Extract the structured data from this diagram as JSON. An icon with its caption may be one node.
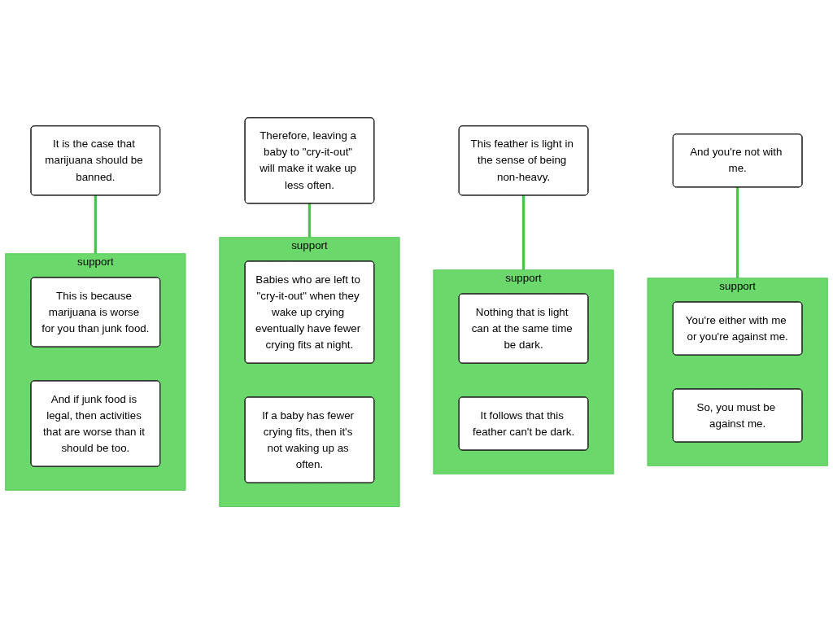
{
  "diagram": {
    "nodes": [
      {
        "text": [
          "And you're not with me."
        ]
      },
      {
        "text": [
          "support"
        ]
      },
      {
        "text": [
          "You're either with me or you're against me."
        ],
        "in": 1
      },
      {
        "text": [
          "So, you must be against me."
        ],
        "in": 1
      },
      {
        "text": [
          "This feather is light in the sense of being non-heavy."
        ]
      },
      {
        "text": [
          "support"
        ]
      },
      {
        "text": [
          "Nothing that is light can at the same time be dark."
        ],
        "in": 5
      },
      {
        "text": [
          "It follows that this feather can't be dark."
        ],
        "in": 5
      },
      {
        "text": [
          "Therefore, leaving a baby to \"cry-it-out\" will make it wake up less often."
        ]
      },
      {
        "text": [
          "support"
        ]
      },
      {
        "text": [
          "Babies who are left to \"cry-it-out\" when they wake up crying eventually have fewer crying fits at night."
        ],
        "in": 9
      },
      {
        "text": [
          "If a baby has fewer crying fits, then it's not waking up as often."
        ],
        "in": 9
      },
      {
        "text": [
          "It is the case that marijuana should be banned."
        ]
      },
      {
        "text": [
          "support"
        ]
      },
      {
        "text": [
          "This is because marijuana is worse for you than junk food."
        ],
        "in": 13
      },
      {
        "text": [
          "And if junk food is legal, then activities that are worse than it should be too."
        ],
        "in": 13
      }
    ],
    "edges": [
      {
        "from": 1,
        "to": 0,
        "arrow": "none"
      },
      {
        "from": 5,
        "to": 4,
        "arrow": "none"
      },
      {
        "from": 9,
        "to": 8,
        "arrow": "none"
      },
      {
        "from": 13,
        "to": 12,
        "arrow": "none"
      }
    ]
  }
}
